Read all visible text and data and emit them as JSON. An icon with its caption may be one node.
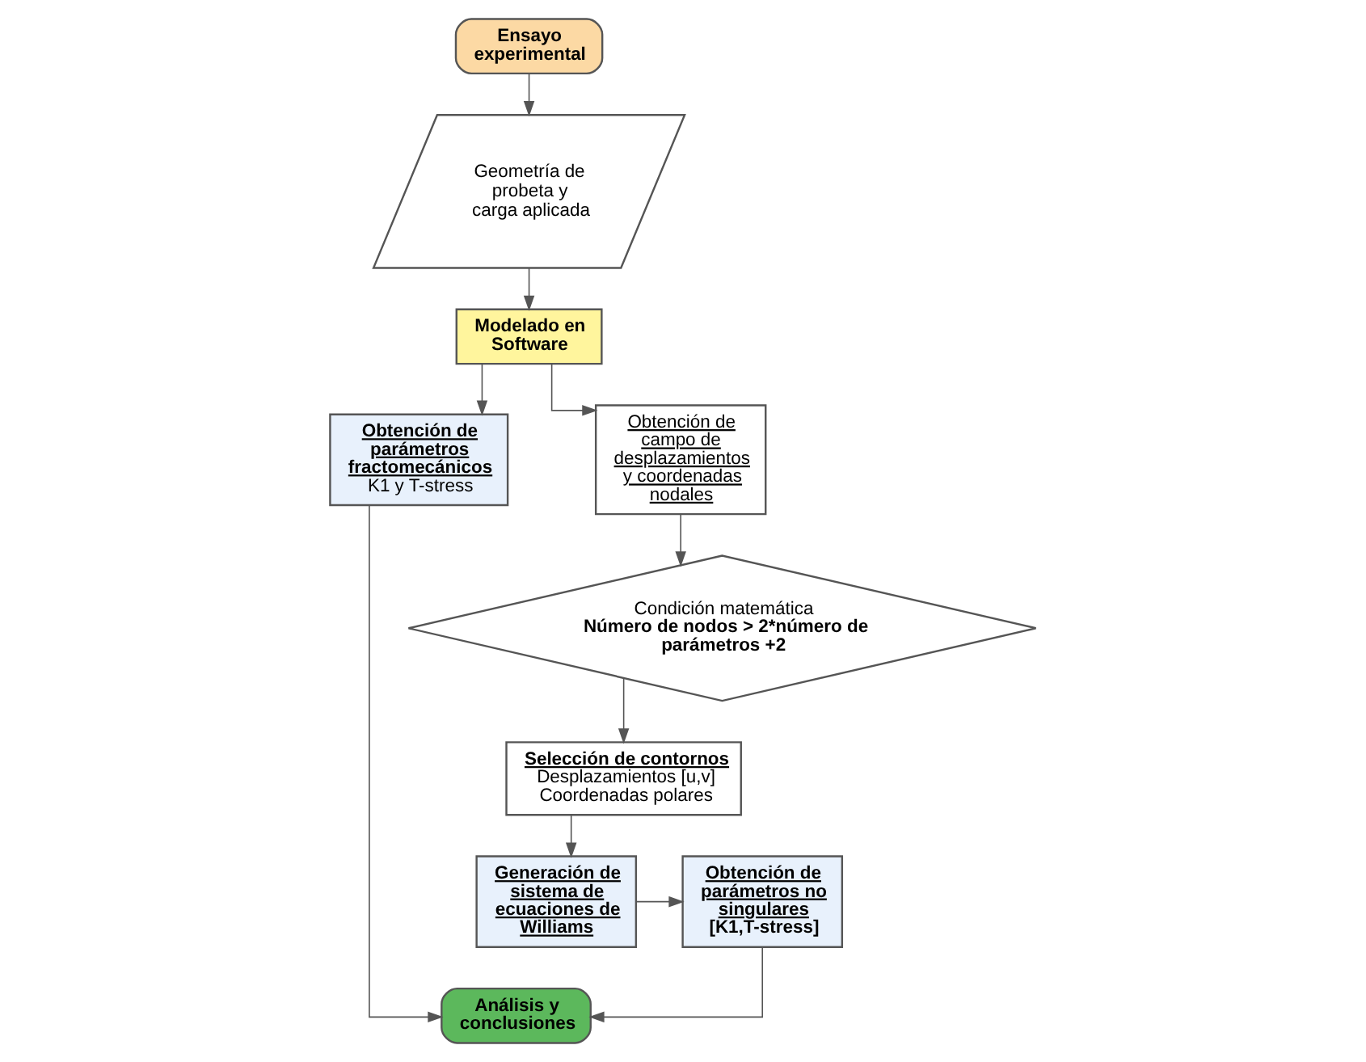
{
  "diagram": {
    "nodes": [
      {
        "text": [
          "Ensayo experimental"
        ]
      },
      {
        "text": [
          "Geometría de probeta y carga aplicada"
        ]
      },
      {
        "text": [
          "Modelado en Software"
        ]
      },
      {
        "text": [
          "Obtención de parámetros fractomecánicos",
          "K1 y T-stress"
        ]
      },
      {
        "text": [
          "Obtención de campo de desplazamientos y coordenadas nodales"
        ]
      },
      {
        "text": [
          "Condición matemática",
          "Número de nodos > 2*número de parámetros +2"
        ]
      },
      {
        "text": [
          "Selección de contornos",
          "Desplazamientos [u,v] Coordenadas polares"
        ]
      },
      {
        "text": [
          "Generación de sistema de ecuaciones de Williams"
        ]
      },
      {
        "text": [
          "Obtención de parámetros no singulares",
          "[K1,T-stress]"
        ]
      },
      {
        "text": [
          "Análisis y conclusiones"
        ]
      }
    ],
    "edges": [
      {
        "from": 0,
        "to": 1,
        "arrow": "to"
      },
      {
        "from": 1,
        "to": 2,
        "arrow": "to"
      },
      {
        "from": 2,
        "to": 3,
        "arrow": "to"
      },
      {
        "from": 2,
        "to": 4,
        "arrow": "to"
      },
      {
        "from": 4,
        "to": 5,
        "arrow": "to"
      },
      {
        "from": 5,
        "to": 6,
        "arrow": "to"
      },
      {
        "from": 6,
        "to": 7,
        "arrow": "to"
      },
      {
        "from": 7,
        "to": 8,
        "arrow": "to"
      },
      {
        "from": 3,
        "to": 9,
        "arrow": "to"
      },
      {
        "from": 8,
        "to": 9,
        "arrow": "to"
      }
    ]
  }
}
